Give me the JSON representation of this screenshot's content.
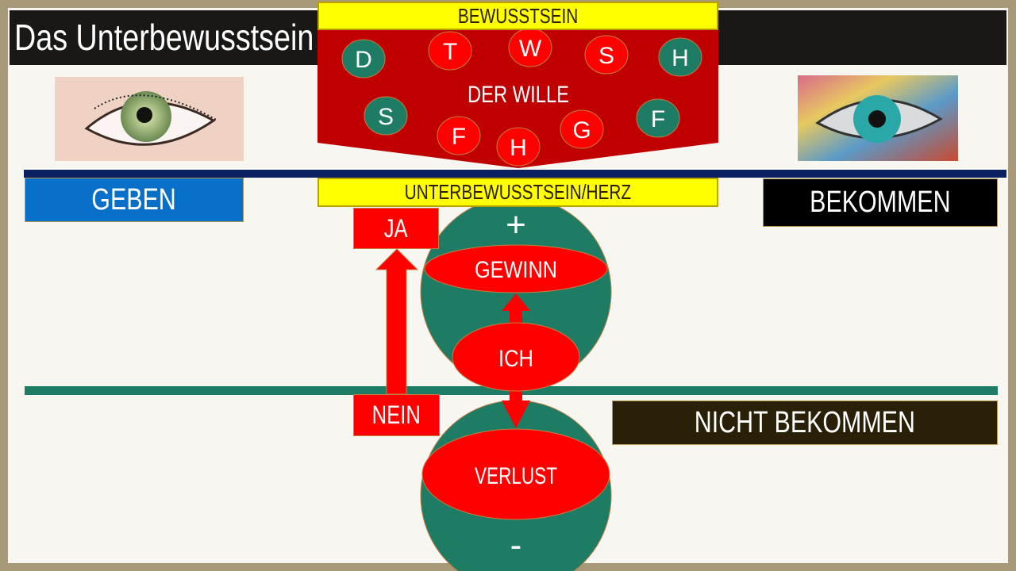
{
  "title": "Das Unterbewusstsein",
  "top_bar": "BEWUSSTSEIN",
  "will": {
    "label": "DER WILLE",
    "circles": [
      "D",
      "T",
      "W",
      "S",
      "H",
      "S",
      "F",
      "H",
      "G",
      "F"
    ]
  },
  "middle_bar": "UNTERBEWUSSTSEIN/HERZ",
  "geben": "GEBEN",
  "bekommen": "BEKOMMEN",
  "nicht_bekommen": "NICHT BEKOMMEN",
  "ja": "JA",
  "nein": "NEIN",
  "plus": "+",
  "minus": "-",
  "gewinn": "GEWINN",
  "ich": "ICH",
  "verlust": "VERLUST",
  "colors": {
    "red": "#ff0000",
    "dark_red": "#c00000",
    "green": "#1e7b64",
    "yellow": "#ffff00",
    "blue": "#0870c8",
    "navy": "#0a2060"
  }
}
